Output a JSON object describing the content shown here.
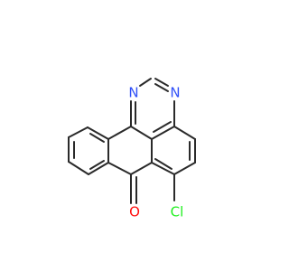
{
  "molecule": {
    "atoms": {
      "n1": {
        "symbol": "N",
        "color": "#3050F8"
      },
      "n2": {
        "symbol": "N",
        "color": "#3050F8"
      },
      "o": {
        "symbol": "O",
        "color": "#FF0D0D"
      },
      "cl": {
        "symbol": "Cl",
        "color": "#1FF01F"
      }
    },
    "bond_color": "#2a2a2a",
    "background": "#ffffff"
  }
}
